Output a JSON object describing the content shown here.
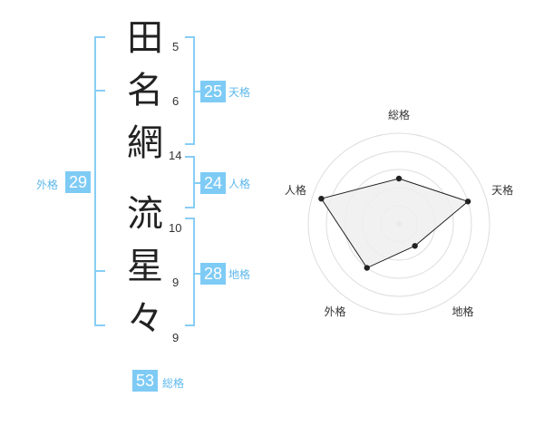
{
  "name": {
    "characters": [
      {
        "char": "田",
        "strokes": "5"
      },
      {
        "char": "名",
        "strokes": "6"
      },
      {
        "char": "網",
        "strokes": "14"
      },
      {
        "char": "流",
        "strokes": "10"
      },
      {
        "char": "星",
        "strokes": "9"
      },
      {
        "char": "々",
        "strokes": "9"
      }
    ]
  },
  "fortunes": {
    "tenkaku": {
      "value": "25",
      "label": "天格"
    },
    "jinkaku": {
      "value": "24",
      "label": "人格"
    },
    "chikaku": {
      "value": "28",
      "label": "地格"
    },
    "gaikaku": {
      "value": "29",
      "label": "外格"
    },
    "soukaku": {
      "value": "53",
      "label": "総格"
    }
  },
  "colors": {
    "accent": "#7ecbf5",
    "accent_text": "#5eb8ec",
    "ring": "#dddddd",
    "polygon_fill": "#eeeeee",
    "polygon_stroke": "#222222"
  },
  "chart_data": {
    "type": "radar",
    "axes": [
      "総格",
      "天格",
      "地格",
      "外格",
      "人格"
    ],
    "values": [
      0.5,
      0.8,
      0.3,
      0.6,
      0.9
    ],
    "range": [
      0,
      1
    ],
    "rings": 5,
    "grid": true
  }
}
